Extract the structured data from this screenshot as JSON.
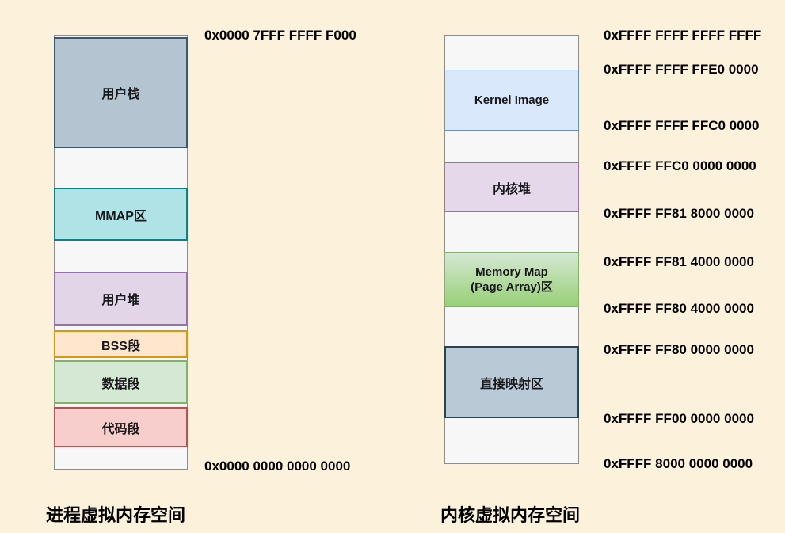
{
  "canvas": {
    "background_color": "#FCF2DC",
    "empty_region_color": "#F7F7F7"
  },
  "process_space": {
    "title": "进程虚拟内存空间",
    "top_address": "0x0000 7FFF FFFF F000",
    "bottom_address": "0x0000 0000 0000 0000",
    "blocks": [
      {
        "label": "用户栈",
        "fill": "#B4C5D1",
        "border": "#3A5770"
      },
      {
        "label": "MMAP区",
        "fill": "#B0E3E6",
        "border": "#0E8088"
      },
      {
        "label": "用户堆",
        "fill": "#E1D5E7",
        "border": "#9673A6"
      },
      {
        "label": "BSS段",
        "fill": "#FFE6CC",
        "border": "#D79B00"
      },
      {
        "label": "数据段",
        "fill": "#D5E8D4",
        "border": "#82B366"
      },
      {
        "label": "代码段",
        "fill": "#F8CECC",
        "border": "#B85450"
      }
    ]
  },
  "kernel_space": {
    "title": "内核虚拟内存空间",
    "blocks": [
      {
        "label": "Kernel Image",
        "fill": "#DAE8FC",
        "border": "#6C8EBF"
      },
      {
        "label": "内核堆",
        "fill": "#E5D8EA",
        "border": "#9673A6"
      },
      {
        "label": "Memory Map\n(Page Array)区",
        "fill_top": "#D5E8D4",
        "fill_bottom": "#97D077",
        "border": "#82B366"
      },
      {
        "label": "直接映射区",
        "fill": "#B9C9D6",
        "border": "#23445D"
      }
    ],
    "addresses": [
      {
        "text": "0xFFFF FFFF FFFF FFFF"
      },
      {
        "text": "0xFFFF FFFF FFE0 0000"
      },
      {
        "text": "0xFFFF FFFF FFC0 0000"
      },
      {
        "text": "0xFFFF FFC0 0000 0000"
      },
      {
        "text": "0xFFFF FF81 8000 0000"
      },
      {
        "text": "0xFFFF FF81 4000 0000"
      },
      {
        "text": "0xFFFF FF80 4000 0000"
      },
      {
        "text": "0xFFFF FF80 0000 0000"
      },
      {
        "text": "0xFFFF FF00 0000 0000"
      },
      {
        "text": "0xFFFF 8000 0000 0000"
      }
    ]
  }
}
